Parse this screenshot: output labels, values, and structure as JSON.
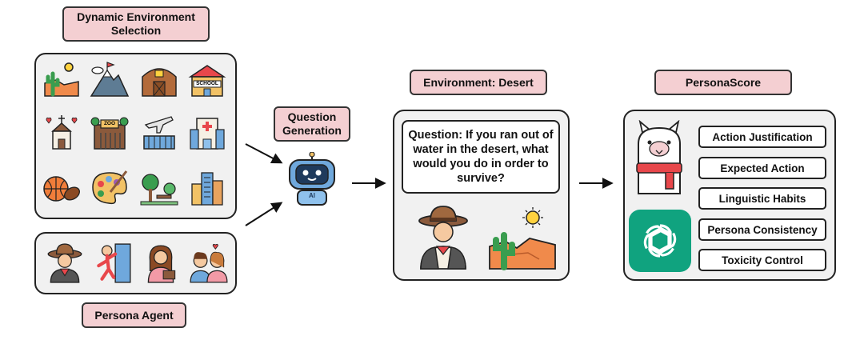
{
  "labels": {
    "environment_selection": "Dynamic Environment Selection",
    "question_generation": "Question Generation",
    "environment_desert": "Environment: Desert",
    "persona_score": "PersonaScore",
    "persona_agent": "Persona Agent",
    "robot_badge": "AI",
    "zoo_sign": "ZOO",
    "school_sign": "SCHOOL"
  },
  "question": "Question: If you ran out of water in the desert, what would you do in order to survive?",
  "metrics": [
    "Action Justification",
    "Expected Action",
    "Linguistic Habits",
    "Persona Consistency",
    "Toxicity Control"
  ],
  "colors": {
    "label_bg": "#f4cfd2",
    "panel_bg": "#f1f1f1",
    "gpt_green": "#10a37f"
  }
}
